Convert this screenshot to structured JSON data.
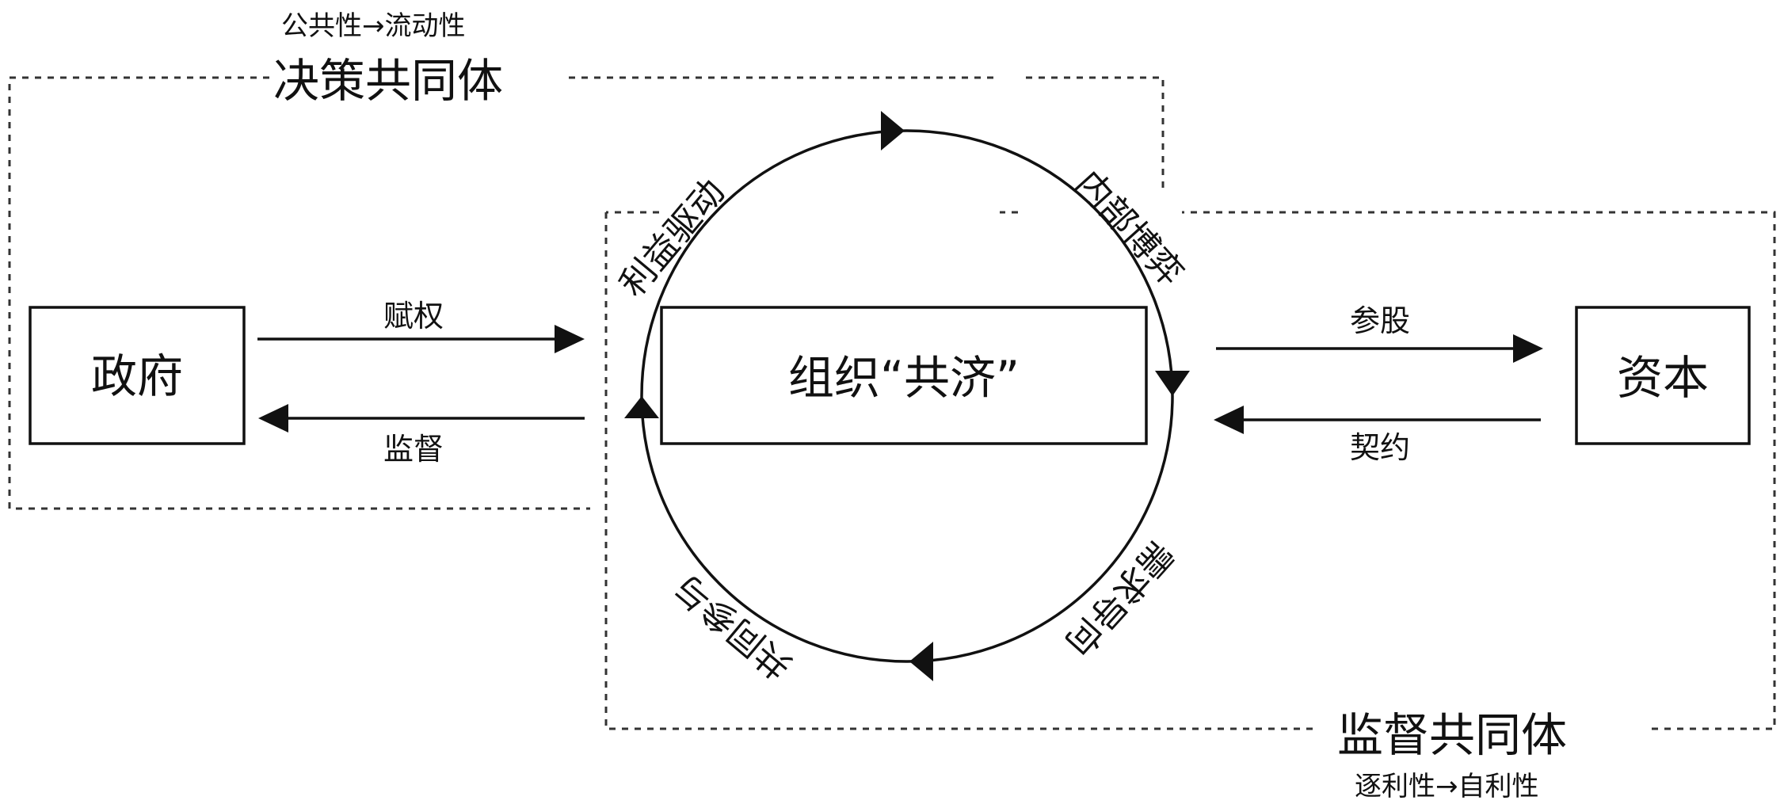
{
  "decision_community": {
    "title": "决策共同体",
    "subtitle": "公共性→流动性"
  },
  "supervision_community": {
    "title": "监督共同体",
    "subtitle": "逐利性→自利性"
  },
  "nodes": {
    "government": "政府",
    "organization": "组织“共济”",
    "capital": "资本"
  },
  "edges": {
    "empower": "赋权",
    "supervise": "监督",
    "share": "参股",
    "contract": "契约"
  },
  "cycle": {
    "interest_driven": "利益驱动",
    "internal_game": "内部博弈",
    "demand_oriented": "需求导向",
    "co_participation": "共同参与"
  }
}
